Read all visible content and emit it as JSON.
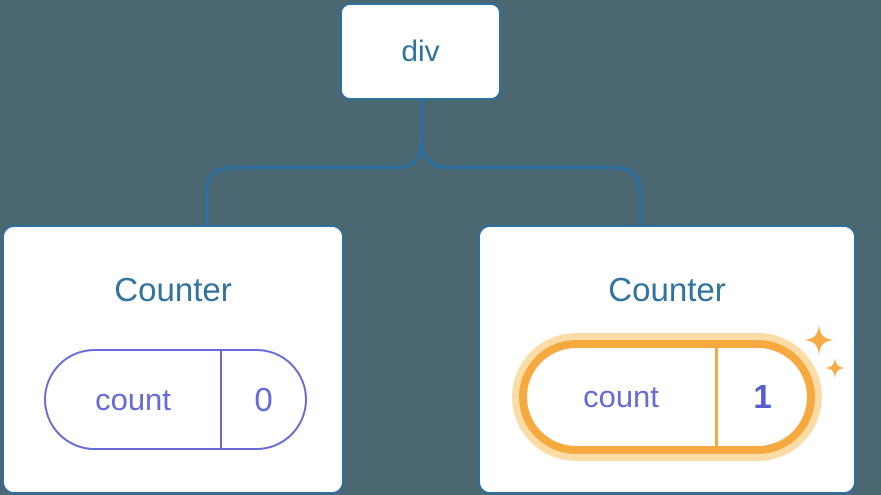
{
  "diagram": {
    "description": "Component tree: div root with two Counter children holding count state",
    "tree": {
      "root": {
        "label": "div"
      },
      "children": [
        {
          "title": "Counter",
          "state": {
            "name": "count",
            "value": "0"
          },
          "highlighted": false
        },
        {
          "title": "Counter",
          "state": {
            "name": "count",
            "value": "1"
          },
          "highlighted": true
        }
      ]
    }
  },
  "icons": {
    "sparkles": "sparkles-icon (two four-pointed stars marking updated state)"
  },
  "colors": {
    "bg": "#4B6771",
    "blue": "#2D6F9F",
    "blue-text": "#31739F",
    "indigo": "#676BD8",
    "indigo-bold": "#585ED0",
    "orange": "#F6A93F",
    "orange-glow": "#FBDCA6",
    "card-bg": "#FFFFFF"
  }
}
